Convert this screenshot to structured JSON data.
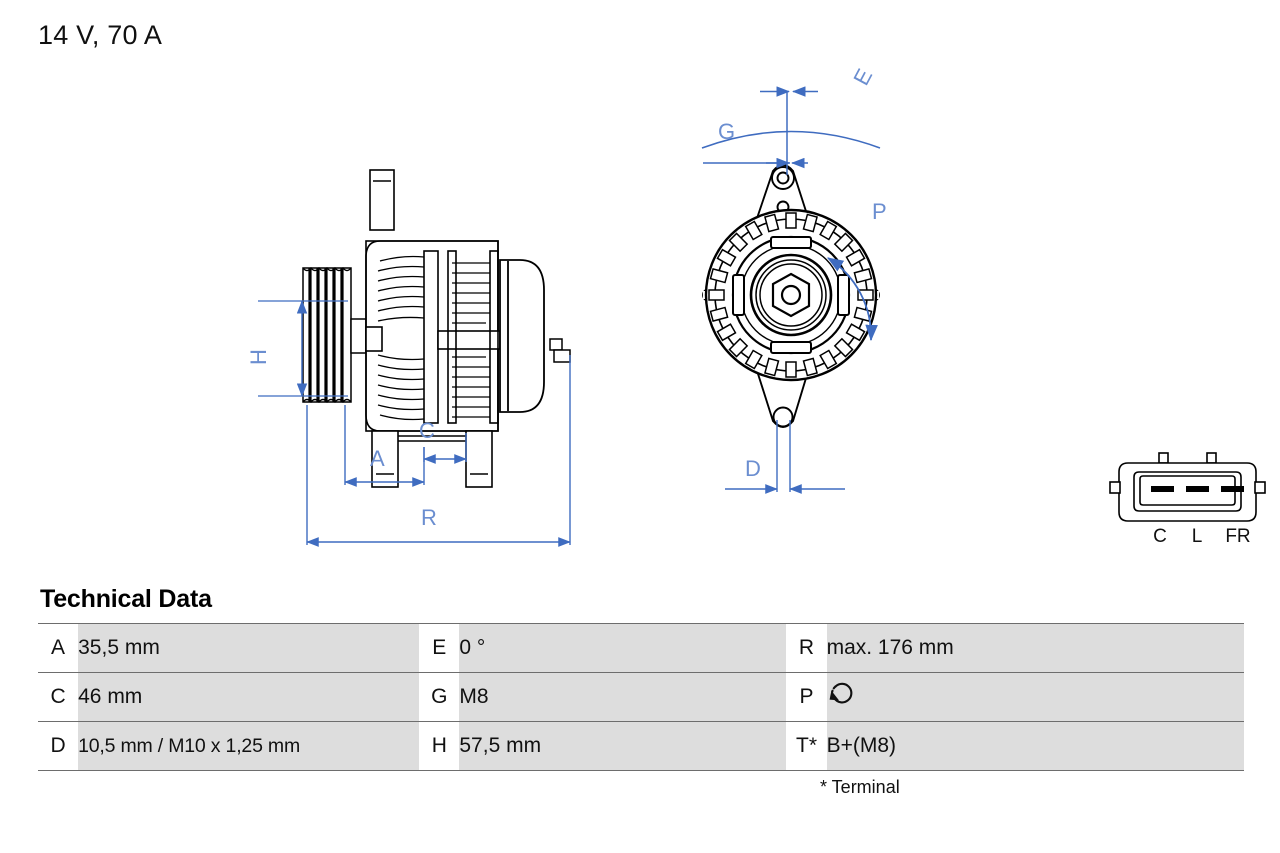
{
  "title": "14 V, 70 A",
  "tech": {
    "heading": "Technical Data",
    "footnote": "* Terminal",
    "rows": [
      {
        "k1": "A",
        "v1": "35,5 mm",
        "k2": "E",
        "v2": "0 °",
        "k3": "R",
        "v3": "max. 176 mm"
      },
      {
        "k1": "C",
        "v1": "46 mm",
        "k2": "G",
        "v2": "M8",
        "k3": "P",
        "v3": ""
      },
      {
        "k1": "D",
        "v1": "10,5 mm / M10 x 1,25 mm",
        "k2": "H",
        "v2": "57,5 mm",
        "k3": "T*",
        "v3": "B+(M8)"
      }
    ],
    "p_icon": "rotation-arrow-icon"
  },
  "drawing": {
    "dimension_color": "#3f6cc0",
    "outline_color": "#000000",
    "side_view": {
      "name": "alternator-side-view",
      "labels": [
        "H",
        "A",
        "C",
        "R"
      ]
    },
    "front_view": {
      "name": "alternator-front-view",
      "labels": [
        "E",
        "G",
        "P",
        "D"
      ]
    },
    "connector": {
      "name": "connector-plug",
      "pin_labels": [
        "C",
        "L",
        "FR"
      ]
    }
  }
}
